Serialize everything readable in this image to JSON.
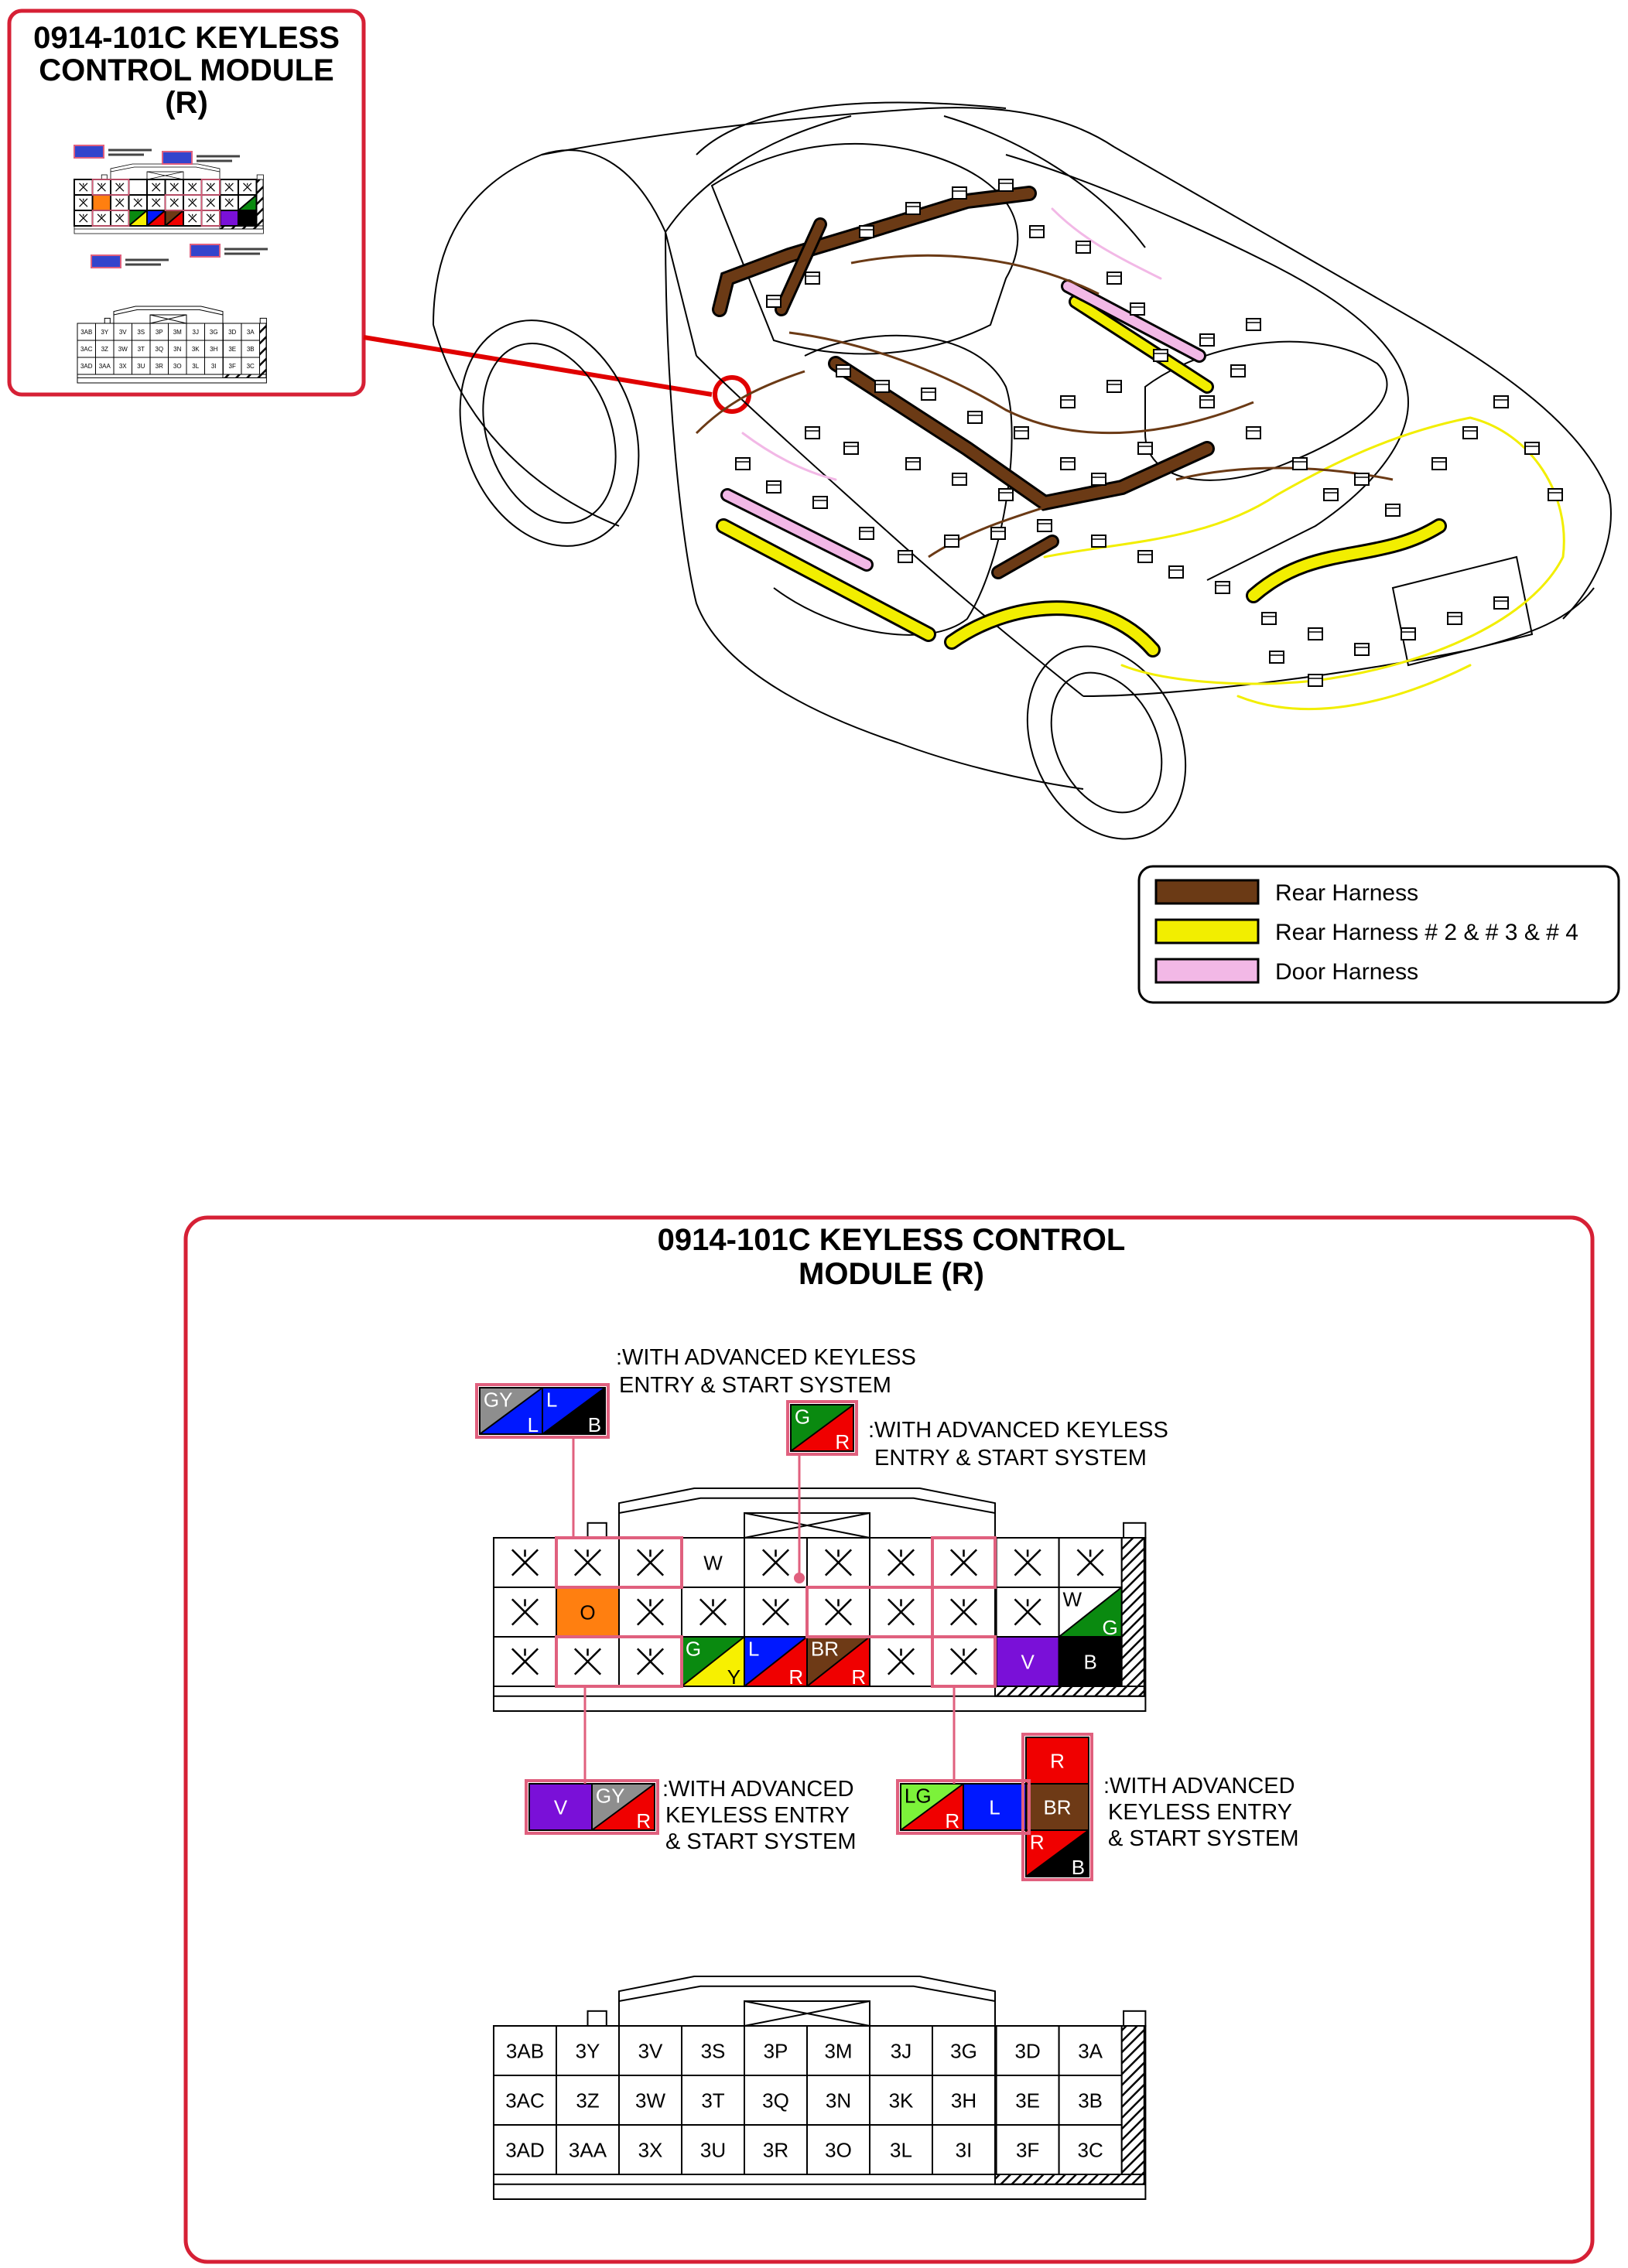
{
  "inset": {
    "title_lines": [
      "0914-101C KEYLESS",
      "CONTROL MODULE",
      "(R)"
    ]
  },
  "main": {
    "title_lines": [
      "0914-101C KEYLESS CONTROL",
      "MODULE (R)"
    ]
  },
  "legend": [
    {
      "label": "Rear Harness",
      "color": "#6b3a15"
    },
    {
      "label": "Rear Harness # 2 & # 3 & # 4",
      "color": "#f2ee00"
    },
    {
      "label": "Door Harness",
      "color": "#f2b8e6"
    }
  ],
  "colors": {
    "accent_red": "#d62035",
    "highlight_pink": "#e0607e",
    "GY": "#8e8e8e",
    "L": "#0018ff",
    "B": "#000000",
    "G": "#0a8a10",
    "R": "#f00000",
    "W": "#ffffff",
    "O": "#ff7f10",
    "Y": "#f7f000",
    "BR": "#6e3a16",
    "V": "#7a10d8",
    "LG": "#7cf23a"
  },
  "connector_face": {
    "rows": [
      [
        {
          "t": "x"
        },
        {
          "t": "x"
        },
        {
          "t": "x"
        },
        {
          "t": "c",
          "c1": "W"
        },
        {
          "t": "x"
        },
        {
          "t": "x"
        },
        {
          "t": "x"
        },
        {
          "t": "x"
        },
        {
          "t": "x"
        },
        {
          "t": "x"
        }
      ],
      [
        {
          "t": "x"
        },
        {
          "t": "c",
          "c1": "O"
        },
        {
          "t": "x"
        },
        {
          "t": "x"
        },
        {
          "t": "x"
        },
        {
          "t": "x"
        },
        {
          "t": "x"
        },
        {
          "t": "x"
        },
        {
          "t": "x"
        },
        {
          "t": "d",
          "c1": "W",
          "c2": "G"
        }
      ],
      [
        {
          "t": "x"
        },
        {
          "t": "x"
        },
        {
          "t": "x"
        },
        {
          "t": "d",
          "c1": "G",
          "c2": "Y"
        },
        {
          "t": "d",
          "c1": "L",
          "c2": "R"
        },
        {
          "t": "d",
          "c1": "BR",
          "c2": "R"
        },
        {
          "t": "x"
        },
        {
          "t": "x"
        },
        {
          "t": "c",
          "c1": "V"
        },
        {
          "t": "c",
          "c1": "B"
        }
      ]
    ]
  },
  "callouts": {
    "note_text": ":WITH ADVANCED KEYLESS",
    "note_text2": "ENTRY & START SYSTEM",
    "note_b1": ":WITH ADVANCED",
    "note_b2": "KEYLESS ENTRY",
    "note_b3": "& START SYSTEM",
    "top_left": [
      {
        "t": "d",
        "c1": "GY",
        "c2": "L"
      },
      {
        "t": "d",
        "c1": "L",
        "c2": "B"
      }
    ],
    "top_mid": [
      {
        "t": "d",
        "c1": "G",
        "c2": "R"
      }
    ],
    "bottom_left": [
      {
        "t": "c",
        "c1": "V"
      },
      {
        "t": "d",
        "c1": "GY",
        "c2": "R"
      }
    ],
    "bottom_right_row": [
      {
        "t": "d",
        "c1": "LG",
        "c2": "R"
      },
      {
        "t": "c",
        "c1": "L"
      },
      {
        "t": "c",
        "c1": "BR"
      }
    ],
    "bottom_right_col": [
      {
        "t": "c",
        "c1": "R"
      },
      {
        "t": "c",
        "c1": "BR"
      },
      {
        "t": "d",
        "c1": "R",
        "c2": "B"
      }
    ]
  },
  "pin_grid": {
    "rows": [
      [
        "3AB",
        "3Y",
        "3V",
        "3S",
        "3P",
        "3M",
        "3J",
        "3G",
        "3D",
        "3A"
      ],
      [
        "3AC",
        "3Z",
        "3W",
        "3T",
        "3Q",
        "3N",
        "3K",
        "3H",
        "3E",
        "3B"
      ],
      [
        "3AD",
        "3AA",
        "3X",
        "3U",
        "3R",
        "3O",
        "3L",
        "3I",
        "3F",
        "3C"
      ]
    ]
  }
}
